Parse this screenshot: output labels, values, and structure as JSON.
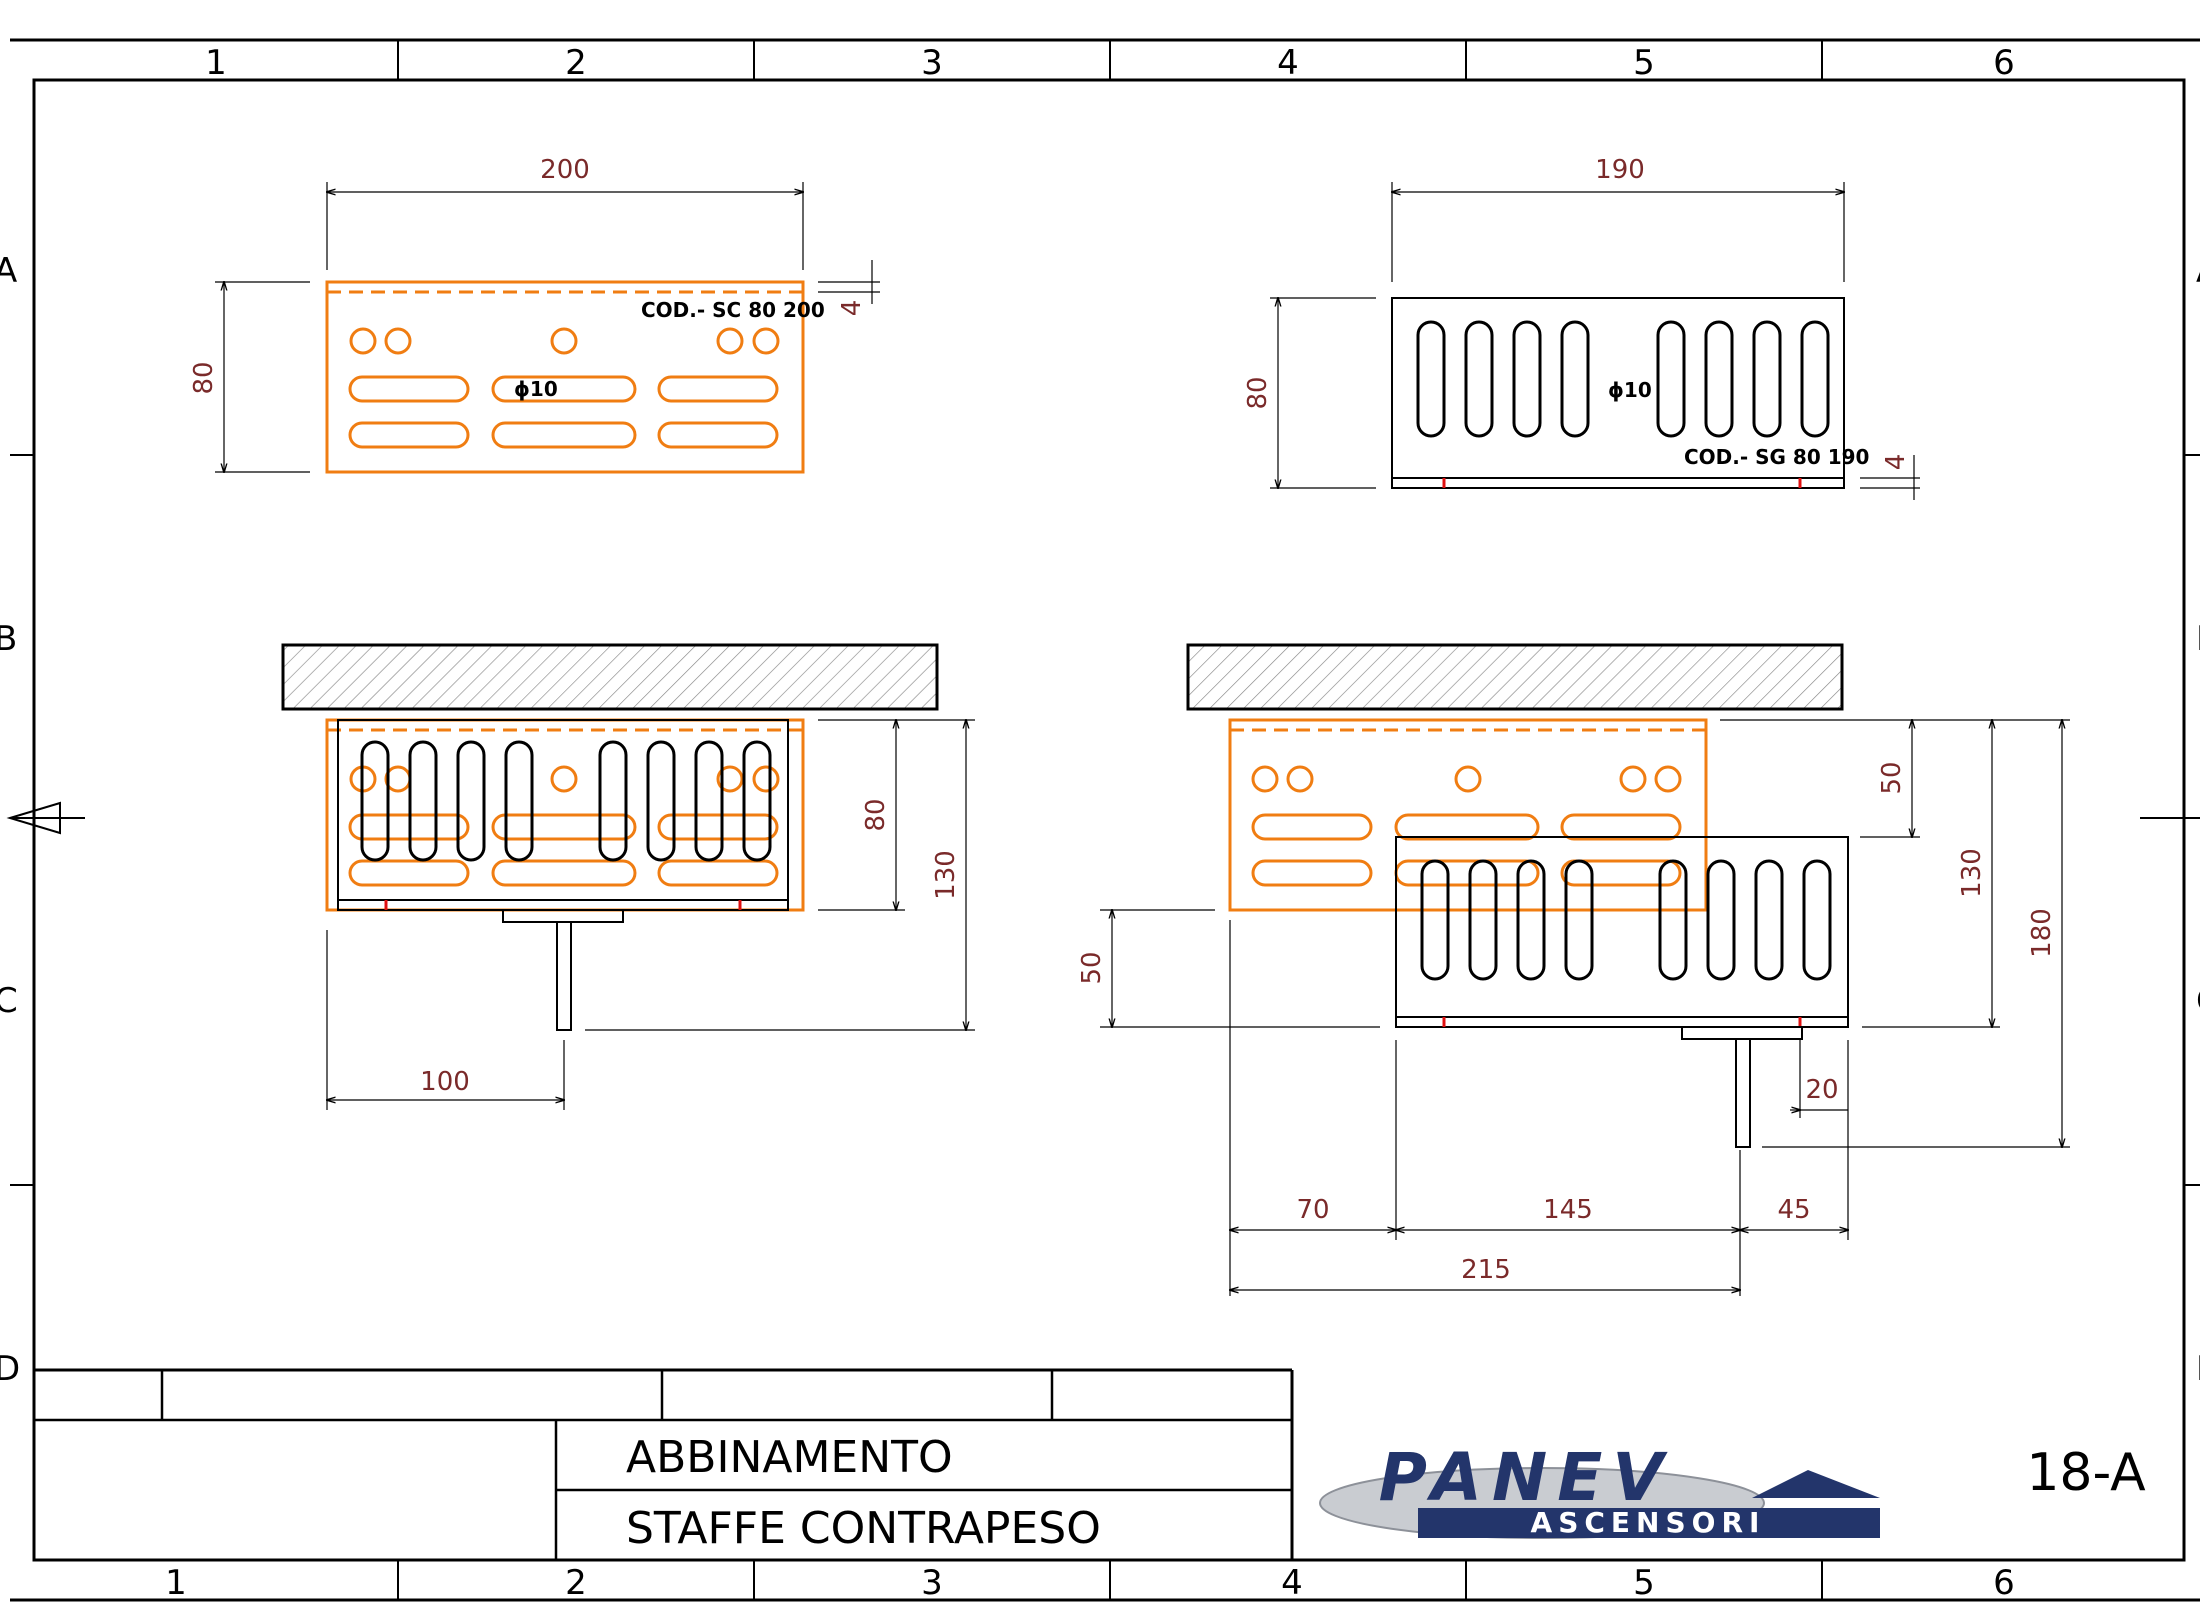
{
  "frame": {
    "columns": [
      "1",
      "2",
      "3",
      "4",
      "5",
      "6"
    ],
    "rows": [
      "A",
      "B",
      "C",
      "D"
    ]
  },
  "bracket_sc": {
    "code": "COD.- SC 80 200",
    "hole": "ϕ10",
    "width": "200",
    "height": "80",
    "thickness": "4"
  },
  "bracket_sg": {
    "code": "COD.- SG 80 190",
    "hole": "ϕ10",
    "width": "190",
    "height": "80",
    "thickness": "4"
  },
  "assembly_left": {
    "height_bracket": "80",
    "height_total": "130",
    "offset": "100"
  },
  "assembly_right": {
    "dim_50_top": "50",
    "dim_130": "130",
    "dim_180": "180",
    "dim_50_left": "50",
    "dim_20": "20",
    "dim_70": "70",
    "dim_145": "145",
    "dim_45": "45",
    "dim_215": "215"
  },
  "title_block": {
    "line1": "ABBINAMENTO",
    "line2": "STAFFE CONTRAPESO",
    "logo_main": "PANEV",
    "logo_sub": "ASCENSORI",
    "sheet_number": "18-A"
  },
  "colors": {
    "bracket_sc": "#f07d12",
    "dimension_text": "#7a2a2a",
    "marker": "#e01010"
  }
}
